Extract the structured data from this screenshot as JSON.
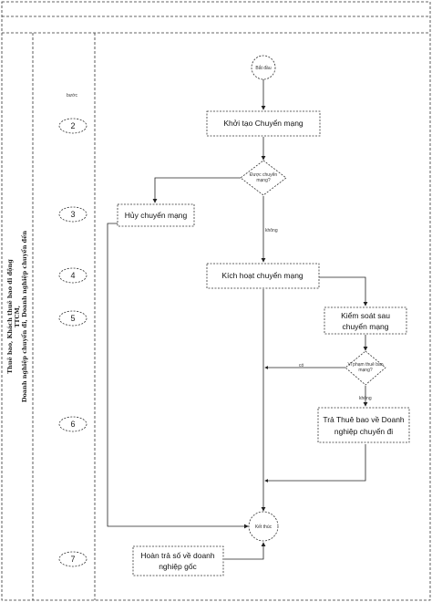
{
  "lane": {
    "heading": "bước",
    "vertical_lines": [
      "Thuê bao, Khách thuê bao di động",
      "TTCM,",
      "Doanh nghiệp chuyển đi, Doanh nghiệp chuyển đến"
    ],
    "steps": [
      "2",
      "3",
      "4",
      "5",
      "6",
      "7"
    ]
  },
  "flow": {
    "start": "Bắt đầu",
    "end": "Kết thúc",
    "init": "Khởi tạo Chuyển mạng",
    "decision1": [
      "Được chuyển",
      "mạng?"
    ],
    "cancel": "Hủy chuyển mạng",
    "no1": "không",
    "activate": "Kích hoạt chuyển mạng",
    "control": [
      "Kiểm soát sau",
      "chuyển mạng"
    ],
    "decision2": [
      "Vi phạm thuê bao",
      "mạng?"
    ],
    "yes2": "có",
    "no2": "không",
    "return_sub": [
      "Trả Thuê bao về Doanh",
      "nghiệp chuyển đi"
    ],
    "return_number": [
      "Hoàn trả số về doanh",
      "nghiệp gốc"
    ]
  }
}
